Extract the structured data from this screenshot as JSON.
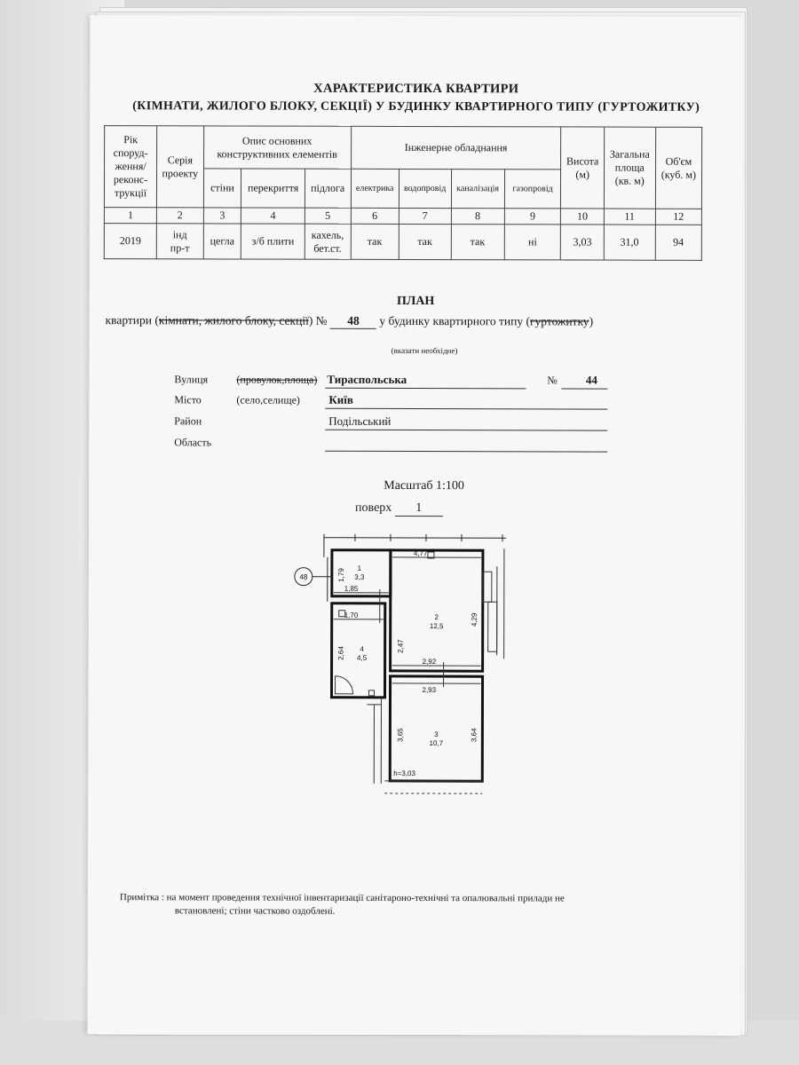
{
  "header": {
    "title_line1": "ХАРАКТЕРИСТИКА КВАРТИРИ",
    "title_line2": "(КІМНАТИ, ЖИЛОГО БЛОКУ, СЕКЦІЇ) У БУДИНКУ КВАРТИРНОГО ТИПУ (ГУРТОЖИТКУ)"
  },
  "table": {
    "col_year": [
      "Рік",
      "споруд-",
      "ження/",
      "реконс-",
      "трукції"
    ],
    "col_series": [
      "Серія",
      "проекту"
    ],
    "group_structure": [
      "Опис основних",
      "конструктивних елементів"
    ],
    "group_engineering": "Інженерне обладнання",
    "col_height": [
      "Висота",
      "(м)"
    ],
    "col_area": [
      "Загальна",
      "площа",
      "(кв. м)"
    ],
    "col_volume": [
      "Об'єм",
      "(куб. м)"
    ],
    "sub_walls": "стіни",
    "sub_ceiling": "перекриття",
    "sub_floor": "підлога",
    "sub_electric": "електрика",
    "sub_water": "водопровід",
    "sub_sewer": "каналізація",
    "sub_gas": "газопровід",
    "numbers": [
      "1",
      "2",
      "3",
      "4",
      "5",
      "6",
      "7",
      "8",
      "9",
      "10",
      "11",
      "12"
    ],
    "row": {
      "year": "2019",
      "series": [
        "інд",
        "пр-т"
      ],
      "walls": "цегла",
      "ceiling": "з/б плити",
      "floor": [
        "кахель,",
        "бет.ст."
      ],
      "electric": "так",
      "water": "так",
      "sewer": "так",
      "gas": "ні",
      "height": "3,03",
      "area": "31,0",
      "volume": "94"
    }
  },
  "plan": {
    "heading": "ПЛАН",
    "prefix": "квартири (",
    "struck1": "кімнати, жилого блоку, секції",
    "mid": ") №",
    "apt_number": "48",
    "suffix": "у будинку квартирного типу (",
    "struck2": "гуртожитку",
    "close": ")",
    "hint": "(вказати необхідне)"
  },
  "address": {
    "street_label": "Вулиця",
    "street_struck": "(провулок,площа)",
    "street_value": "Тираспольська",
    "no_label": "№",
    "house_number": "44",
    "city_label": "Місто",
    "city_alt": "(село,селище)",
    "city_value": "Київ",
    "district_label": "Район",
    "district_value": "Подільський",
    "region_label": "Область",
    "region_value": ""
  },
  "scale": {
    "scale_text": "Масштаб 1:100",
    "floor_label": "поверх",
    "floor_value": "1"
  },
  "floorplan": {
    "apartment_tag": "48",
    "room1_no": "1",
    "room1_area": "3,3",
    "room2_no": "2",
    "room2_area": "12,5",
    "room3_no": "3",
    "room3_area": "10,7",
    "room4_no": "4",
    "room4_area": "4,5",
    "dim_477": "4,77",
    "dim_179": "1,79",
    "dim_185": "1,85",
    "dim_170": "1,70",
    "dim_264": "2,64",
    "dim_247": "2,47",
    "dim_429": "4,29",
    "dim_292": "2,92",
    "dim_293": "2,93",
    "dim_365": "3,65",
    "dim_364": "3,64",
    "height": "h=3,03"
  },
  "note": {
    "label": "Примітка :",
    "line1": "на момент проведення технічної інвентаризації санітароно-технічні та опалювальні прилади не",
    "line2": "встановлені; стіни частково оздоблені."
  }
}
